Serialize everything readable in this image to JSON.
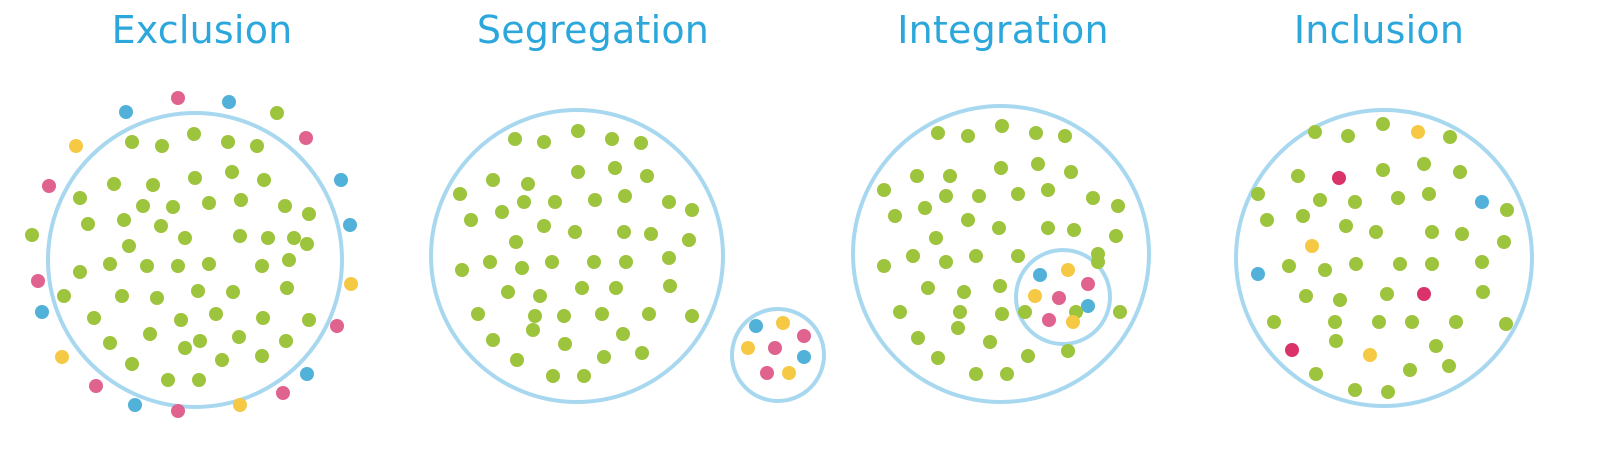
{
  "titles": {
    "exclusion": "Exclusion",
    "segregation": "Segregation",
    "integration": "Integration",
    "inclusion": "Inclusion"
  },
  "colors": {
    "title": "#2ba7dc",
    "ring": "#a8d8ef",
    "majority": "#9cc43c",
    "minority_blue": "#52b1d8",
    "minority_pink": "#e0628f",
    "minority_yellow": "#f6c945",
    "minority_crimson": "#d9336a",
    "background": "#ffffff"
  }
}
